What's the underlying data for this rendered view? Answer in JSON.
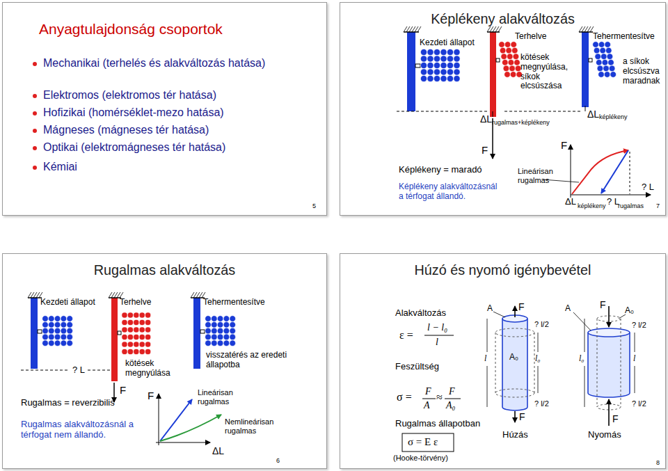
{
  "diagram": {
    "nodes": [
      {
        "text": [
          "Anyagtulajdonság csoportok"
        ]
      },
      {
        "text": [
          "Képlékeny alakváltozás"
        ]
      },
      {
        "text": [
          "Rugalmas alakváltozás"
        ]
      },
      {
        "text": [
          "Húzó és nyomó igénybevétel"
        ]
      }
    ],
    "labels": [
      "Mechanikai (terhelés és alakváltozás hatása)",
      "Elektromos (elektromos tér hatása)",
      "Hofizikai (homérséklet-mezo hatása)",
      "Mágneses (mágneses tér hatása)",
      "Optikai (elektromágneses tér hatása)",
      "Kémiai",
      "5",
      "Kezdeti állapot",
      "Terhelve",
      "Tehermentesítve",
      "kötések megnyúlása, síkok elcsúszása",
      "a síkok elcsúszva maradnak",
      "ΔL",
      "rugalmas+képlékeny",
      "ΔL",
      "képlékeny",
      "F",
      "F",
      "Képlékeny = maradó",
      "Képlékeny alakváltozásnál a térfogat állandó.",
      "Lineárisan rugalmas",
      "ΔL",
      "képlékeny",
      "? L",
      "rugalmas",
      "? L",
      "7",
      "Kezdeti állapot",
      "Terhelve",
      "Tehermentesítve",
      "? L",
      "kötések megnyúlása",
      "visszatérés az eredeti állapotba",
      "F",
      "Rugalmas = reverzibilis",
      "Rugalmas alakváltozásnál a térfogat nem állandó.",
      "F",
      "Lineárisan rugalmas",
      "Nemlineárisan rugalmas",
      "ΔL",
      "6",
      "Alakváltozás",
      "ε =",
      "l − l₀",
      "l",
      "Feszültség",
      "σ =",
      "F",
      "A",
      "≈",
      "F",
      "A₀",
      "Rugalmas állapotban",
      "σ = E ε",
      "(Hooke-törvény)",
      "A",
      "F",
      "? l/2",
      "A₀",
      "l",
      "l₀",
      "? l/2",
      "F",
      "Húzás",
      "A",
      "F",
      "A₀",
      "? l/2",
      "l₀",
      "l",
      "? l/2",
      "F",
      "Nyomás",
      "8"
    ]
  }
}
